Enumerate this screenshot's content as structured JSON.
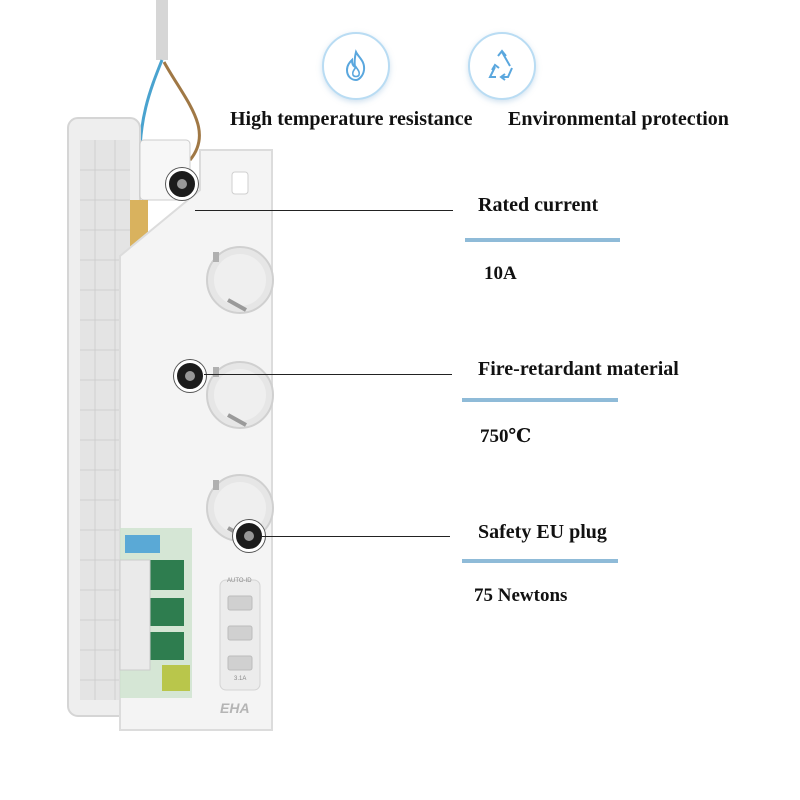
{
  "badges": [
    {
      "icon": "flame-icon",
      "label": "High temperature resistance"
    },
    {
      "icon": "recycle-icon",
      "label": "Environmental protection"
    }
  ],
  "features": [
    {
      "title": "Rated current",
      "value": "10A"
    },
    {
      "title": "Fire-retardant material",
      "value": "750℃"
    },
    {
      "title": "Safety EU plug",
      "value": "75 Newtons"
    }
  ],
  "product": {
    "usb_label_top": "AUTO-ID",
    "usb_label_bottom": "3.1A",
    "brand_logo": "EHA"
  },
  "colors": {
    "accent_bar": "#8fbbd8",
    "badge_ring": "#b9dcf3",
    "icon_blue": "#5aa7de",
    "product_white": "#f2f2f2"
  }
}
